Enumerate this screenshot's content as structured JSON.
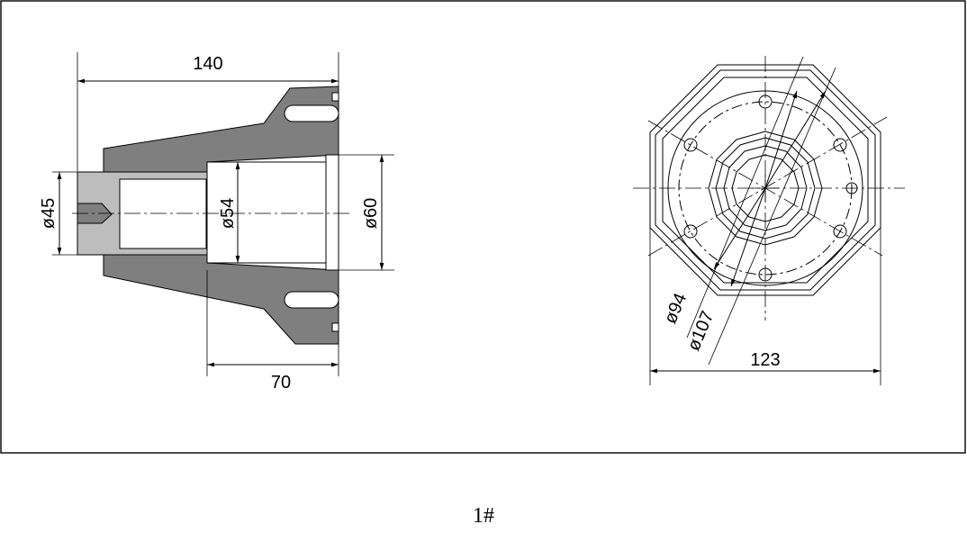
{
  "drawing": {
    "side_view": {
      "overall_length": "140",
      "inner_length": "70",
      "bore_dia_small": "ø45",
      "bore_dia_mid": "ø54",
      "bore_dia_large": "ø60"
    },
    "end_view": {
      "bolt_circle_dia": "ø94",
      "outer_dia": "ø107",
      "width_across_flats": "123"
    },
    "caption": "1#"
  },
  "colors": {
    "line": "#000000",
    "fill": "#7f7f7f",
    "light_fill": "#bdbdbd",
    "background": "#ffffff"
  }
}
